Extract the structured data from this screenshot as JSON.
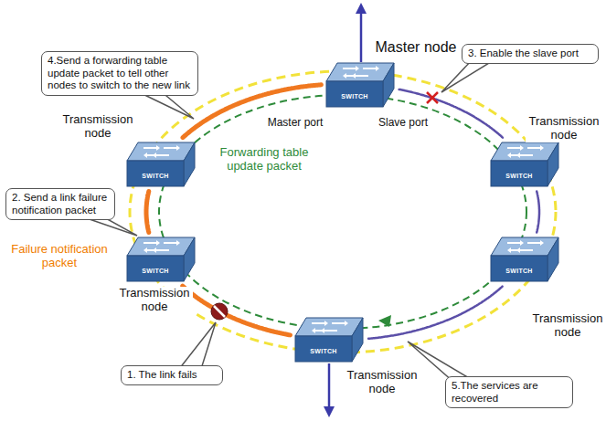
{
  "diagram": {
    "nodes": [
      {
        "text": [
          "4.Send a forwarding table update packet to tell other nodes to switch to the new link"
        ]
      },
      {
        "text": [
          "SWITCH",
          "Master node"
        ]
      },
      {
        "text": [
          "3. Enable the slave port"
        ]
      },
      {
        "text": [
          "SWITCH",
          "Transmission node"
        ]
      },
      {
        "text": [
          "SWITCH",
          "Transmission node"
        ]
      },
      {
        "text": [
          "2. Send a link failure notification packet"
        ]
      },
      {
        "text": [
          "SWITCH",
          "Transmission node"
        ]
      },
      {
        "text": [
          "SWITCH",
          "Transmission node"
        ]
      },
      {
        "text": [
          "SWITCH",
          "Transmission node"
        ]
      },
      {
        "text": [
          "1. The link fails"
        ]
      },
      {
        "text": [
          "5.The services are recovered"
        ]
      }
    ],
    "edges": [
      {
        "from": 1,
        "to": 3,
        "arrow": "none"
      },
      {
        "from": 3,
        "to": 6,
        "arrow": "none"
      },
      {
        "from": 6,
        "to": 8,
        "arrow": "none"
      },
      {
        "from": 8,
        "to": 7,
        "arrow": "none"
      },
      {
        "from": 7,
        "to": 4,
        "arrow": "none"
      },
      {
        "from": 4,
        "to": 1,
        "arrow": "none"
      }
    ],
    "labels": [
      "Master port",
      "Slave port",
      "Forwarding table update packet",
      "Failure notification packet"
    ]
  }
}
